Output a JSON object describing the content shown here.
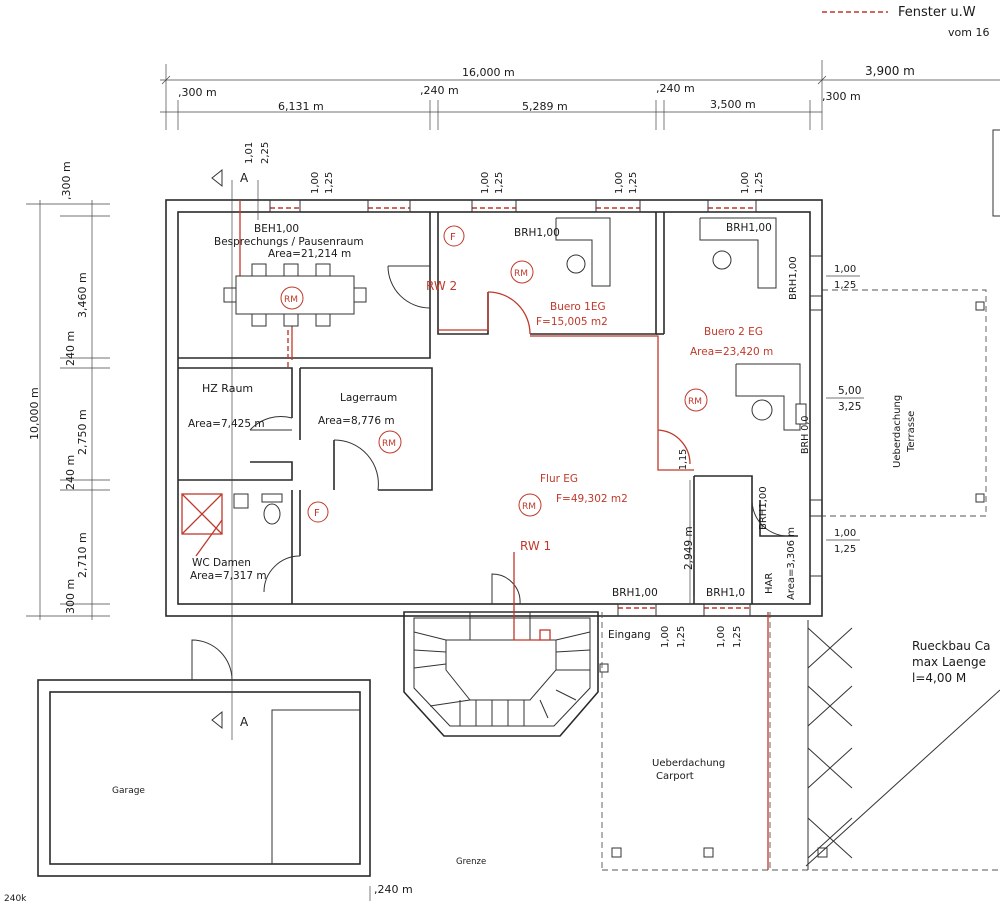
{
  "legend": {
    "line1": "Fenster u.W",
    "line2": "vom 16"
  },
  "dims": {
    "total_width": "16,000 m",
    "right_width": "3,900 m",
    "seg_300_left": ",300 m",
    "seg_6131": "6,131 m",
    "seg_240_a": ",240 m",
    "seg_5289": "5,289 m",
    "seg_240_b": ",240 m",
    "seg_3500": "3,500 m",
    "seg_300_right": ",300 m",
    "v_total": "10,000 m",
    "v_300_top": ",300 m",
    "v_3460": "3,460 m",
    "v_240_a": "240 m",
    "v_2750": "2,750 m",
    "v_240_b": "240 m",
    "v_2710": "2,710 m",
    "v_300_bottom": "300 m",
    "bottom_240": ",240 m",
    "bottom_left": "240k",
    "sec_101": "1,01",
    "sec_225": "2,25",
    "flur_2949": "2,949 m",
    "flur_115": "1,15"
  },
  "window_marks": {
    "w1_a": "1,00",
    "w1_b": "1,25",
    "w2_a": "1,00",
    "w2_b": "1,25",
    "w3_a": "1,00",
    "w3_b": "1,25",
    "w4_a": "1,00",
    "w4_b": "1,25",
    "e1_a": "1,00",
    "e1_b": "1,25",
    "e2_a": "5,00",
    "e2_b": "3,25",
    "e3_a": "1,00",
    "e3_b": "1,25",
    "s1_a": "1,00",
    "s1_b": "1,25",
    "s2_a": "1,00",
    "s2_b": "1,25"
  },
  "rooms": {
    "besprechung_brh": "BEH1,00",
    "besprechung_name": "Besprechungs / Pausenraum",
    "besprechung_area": "Area=21,214 m",
    "buero1_brh": "BRH1,00",
    "buero1_name": "Buero 1EG",
    "buero1_area": "F=15,005 m2",
    "buero2_brh": "BRH1,00",
    "buero2_name": "Buero 2 EG",
    "buero2_area": "Area=23,420 m",
    "buero2_brh_side": "BRH1,00",
    "buero2_brh_side2": "BRH 0,0",
    "hz_name": "HZ Raum",
    "hz_area": "Area=7,425 m",
    "lager_name": "Lagerraum",
    "lager_area": "Area=8,776 m",
    "flur_name": "Flur EG",
    "flur_area": "F=49,302 m2",
    "wc_name": "WC Damen",
    "wc_area": "Area=7,317 m",
    "har_name": "HAR",
    "har_area": "Area=3,306 m",
    "har_brh": "BRH1,00",
    "brh_south1": "BRH1,00",
    "brh_south2": "BRH1,0",
    "eingang": "Eingang",
    "garage": "Garage",
    "grenze": "Grenze",
    "carport1": "Ueberdachung",
    "carport2": "Carport",
    "terrasse1": "Ueberdachung",
    "terrasse2": "Terrasse"
  },
  "markers": {
    "rw2": "RW 2",
    "rw1": "RW 1",
    "rm": "RM",
    "f": "F",
    "section": "A"
  },
  "note": {
    "line1": "Rueckbau Ca",
    "line2": "max Laenge",
    "line3": "l=4,00 M"
  },
  "colors": {
    "ink": "#2a2a2a",
    "red": "#c0392b",
    "paper": "#ffffff"
  }
}
